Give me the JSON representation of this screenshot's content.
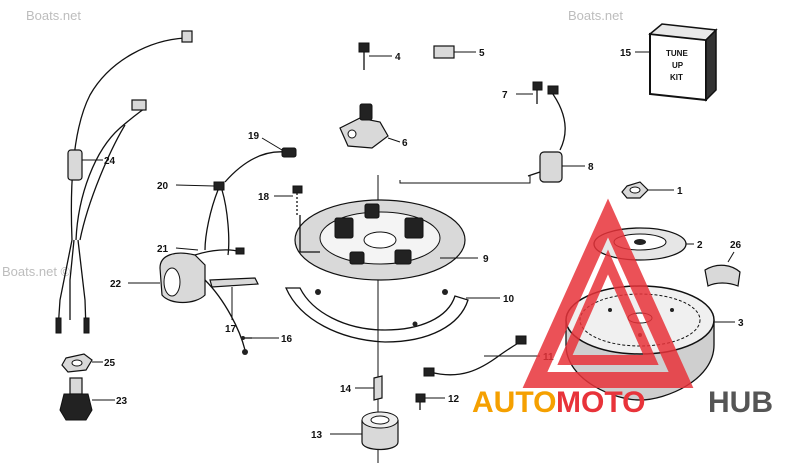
{
  "watermarks": [
    "Boats.net",
    "Boats.net",
    "Boats.net ©"
  ],
  "kit_label": {
    "line1": "TUNE",
    "line2": "UP",
    "line3": "KIT"
  },
  "callouts": {
    "c1": "1",
    "c2": "2",
    "c3": "3",
    "c4": "4",
    "c5": "5",
    "c6": "6",
    "c7": "7",
    "c8": "8",
    "c9": "9",
    "c10": "10",
    "c11": "11",
    "c12": "12",
    "c13": "13",
    "c14": "14",
    "c15": "15",
    "c16": "16",
    "c17": "17",
    "c18": "18",
    "c19": "19",
    "c20": "20",
    "c21": "21",
    "c22": "22",
    "c23": "23",
    "c24": "24",
    "c25": "25",
    "c26": "26"
  },
  "logo": {
    "auto": "AUTO",
    "moto": "MOTO",
    "hub": "HUB"
  },
  "colors": {
    "logo_red": "#e8333a",
    "logo_orange": "#f5a000",
    "logo_gray": "#555555"
  }
}
